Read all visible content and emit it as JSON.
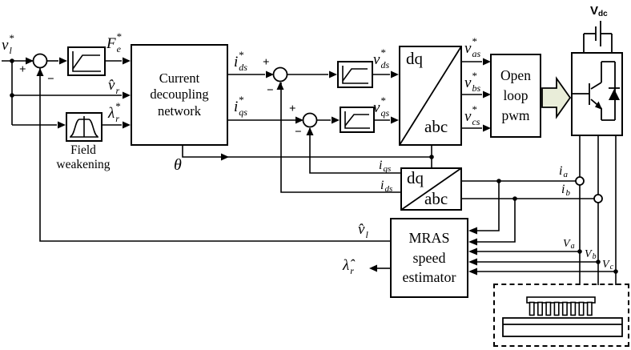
{
  "colors": {
    "ink": "#000000",
    "paper": "#ffffff",
    "power_arrow_fill": "#e9edd9"
  },
  "blocks": {
    "current_decoupling_network": {
      "line1": "Current",
      "line2": "decoupling",
      "line3": "network"
    },
    "field_weakening": {
      "caption_line1": "Field",
      "caption_line2": "weakening"
    },
    "open_loop_pwm": {
      "line1": "Open",
      "line2": "loop",
      "line3": "pwm"
    },
    "mras_estimator": {
      "line1": "MRAS",
      "line2": "speed",
      "line3": "estimator"
    },
    "dq_abc_upper": {
      "numerator": "dq",
      "denominator": "abc"
    },
    "dq_abc_lower": {
      "numerator": "dq",
      "denominator": "abc"
    }
  },
  "signals": {
    "vl_ref": {
      "base": "v",
      "sup": "*",
      "sub": "l"
    },
    "fe_ref": {
      "base": "F",
      "sup": "*",
      "sub": "e"
    },
    "vr_hat": {
      "base": "v̂",
      "sup": "",
      "sub": "r"
    },
    "lambda_r_ref": {
      "base": "λ",
      "sup": "*",
      "sub": "r"
    },
    "theta": {
      "base": "θ"
    },
    "ids_ref": {
      "base": "i",
      "sup": "*",
      "sub": "ds"
    },
    "iqs_ref": {
      "base": "i",
      "sup": "*",
      "sub": "qs"
    },
    "vds_ref": {
      "base": "v",
      "sup": "*",
      "sub": "ds"
    },
    "vqs_ref": {
      "base": "v",
      "sup": "*",
      "sub": "qs"
    },
    "vas_ref": {
      "base": "v",
      "sup": "*",
      "sub": "as"
    },
    "vbs_ref": {
      "base": "v",
      "sup": "*",
      "sub": "bs"
    },
    "vcs_ref": {
      "base": "v",
      "sup": "*",
      "sub": "cs"
    },
    "iqs_fb": {
      "base": "i",
      "sup": "",
      "sub": "qs"
    },
    "ids_fb": {
      "base": "i",
      "sup": "",
      "sub": "ds"
    },
    "ia": {
      "base": "i",
      "sup": "",
      "sub": "a"
    },
    "ib": {
      "base": "i",
      "sup": "",
      "sub": "b"
    },
    "va": {
      "base": "V",
      "sup": "",
      "sub": "a"
    },
    "vb": {
      "base": "V",
      "sup": "",
      "sub": "b"
    },
    "vc": {
      "base": "V",
      "sup": "",
      "sub": "c"
    },
    "vl_hat": {
      "base": "v̂",
      "sup": "",
      "sub": "l"
    },
    "lambda_r_hat": {
      "base": "λ̂",
      "sup": "",
      "sub": "r"
    },
    "vdc": {
      "base": "V",
      "sub": "dc"
    }
  },
  "operators": {
    "sum1_plus": "+",
    "sum1_minus": "−",
    "sum2_plus": "+",
    "sum2_minus": "−",
    "sum3_plus": "+",
    "sum3_minus": "−"
  }
}
